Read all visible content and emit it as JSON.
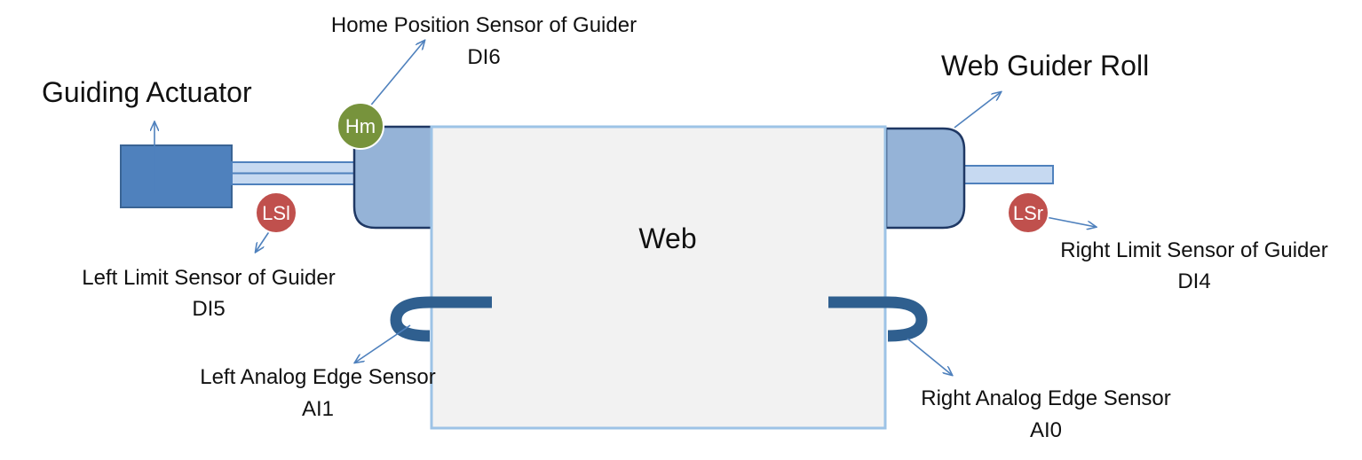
{
  "labels": {
    "guiding_actuator": "Guiding Actuator",
    "web_guider_roll": "Web Guider Roll",
    "web": "Web",
    "home_sensor": {
      "line1": "Home Position Sensor of Guider",
      "line2": "DI6"
    },
    "left_limit_sensor": {
      "line1": "Left Limit Sensor of Guider",
      "line2": "DI5"
    },
    "right_limit_sensor": {
      "line1": "Right Limit Sensor of Guider",
      "line2": "DI4"
    },
    "left_edge_sensor": {
      "line1": "Left Analog Edge Sensor",
      "line2": "AI1"
    },
    "right_edge_sensor": {
      "line1": "Right Analog Edge Sensor",
      "line2": "AI0"
    }
  },
  "badges": {
    "home": "Hm",
    "left_limit": "LSl",
    "right_limit": "LSr"
  },
  "colors": {
    "actuator_fill": "#4f81bd",
    "actuator_stroke": "#3a6494",
    "roll_fill": "#95b3d7",
    "roll_stroke": "#1f3864",
    "web_fill": "#f2f2f2",
    "web_stroke": "#9dc3e6",
    "edge_sensor": "#2f5f8f",
    "home_badge": "#77933c",
    "limit_badge": "#c0504d",
    "arrow": "#4f81bd"
  }
}
